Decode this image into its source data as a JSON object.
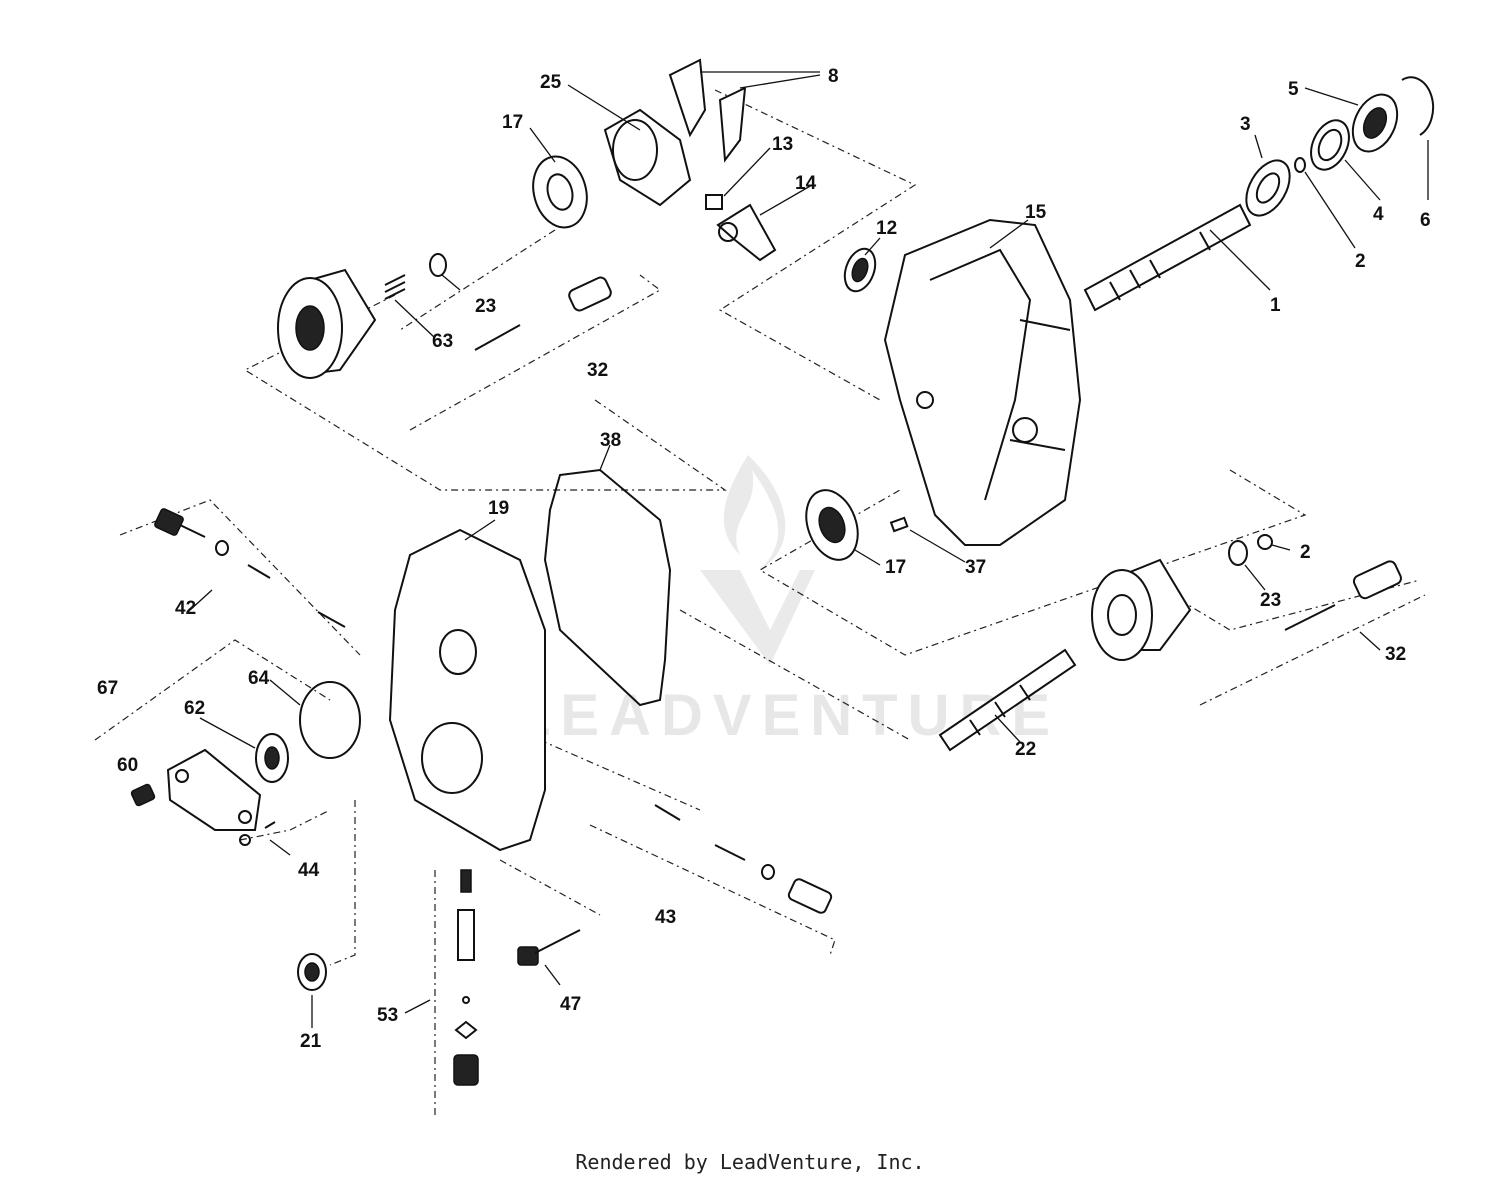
{
  "footer": {
    "credit": "Rendered by LeadVenture, Inc."
  },
  "watermark": {
    "text": "LEADVENTURE"
  },
  "callouts": [
    "1",
    "2",
    "3",
    "4",
    "5",
    "6",
    "8",
    "12",
    "13",
    "14",
    "15",
    "17",
    "19",
    "21",
    "22",
    "23",
    "25",
    "32",
    "37",
    "38",
    "42",
    "43",
    "44",
    "47",
    "53",
    "60",
    "62",
    "63",
    "64",
    "67"
  ]
}
